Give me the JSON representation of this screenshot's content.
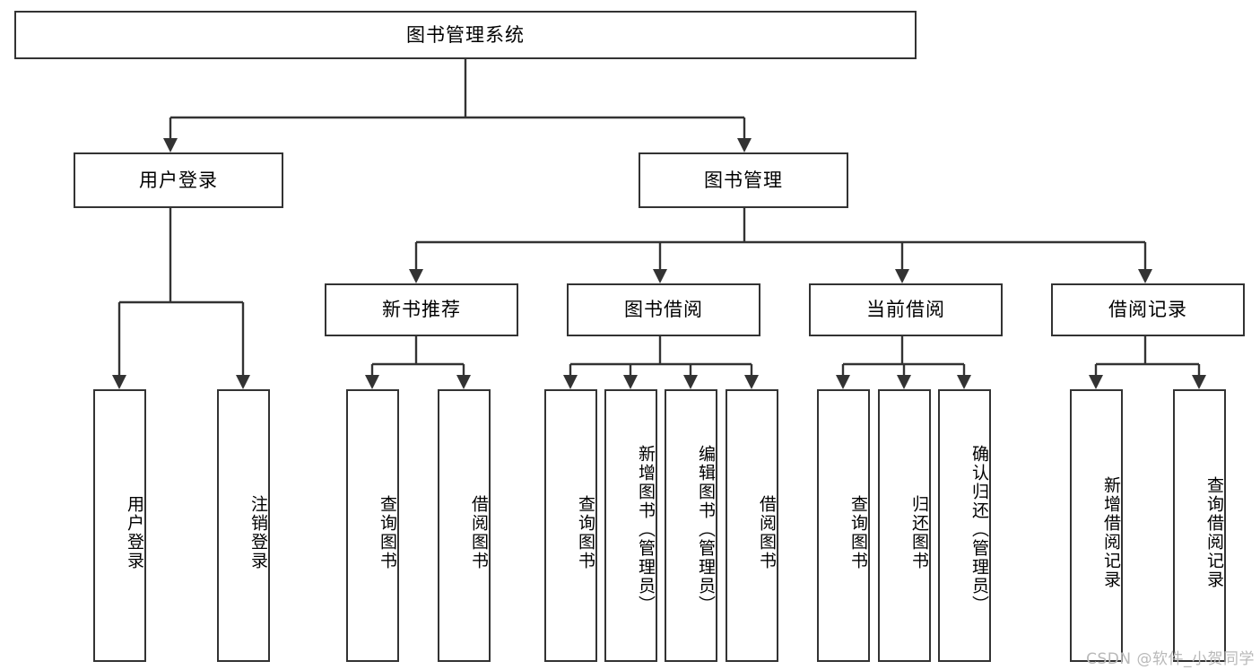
{
  "diagram": {
    "title_text": "图书管理系统",
    "type": "tree",
    "watermark": "CSDN @软件_小贺同学",
    "colors": {
      "box_border": "#333333",
      "box_fill": "#ffffff",
      "connector": "#333333",
      "text": "#000000",
      "watermark": "#b9b9b9",
      "background": "#ffffff"
    },
    "root": {
      "label": "图书管理系统"
    },
    "level2": [
      {
        "label": "用户登录"
      },
      {
        "label": "图书管理"
      }
    ],
    "level3": [
      {
        "label": "新书推荐"
      },
      {
        "label": "图书借阅"
      },
      {
        "label": "当前借阅"
      },
      {
        "label": "借阅记录"
      }
    ],
    "leaves": {
      "user_login": [
        {
          "label": "用户登录"
        },
        {
          "label": "注销登录"
        }
      ],
      "new_book_recommend": [
        {
          "label": "查询图书"
        },
        {
          "label": "借阅图书"
        }
      ],
      "book_borrow": [
        {
          "label": "查询图书"
        },
        {
          "label": "新增图书（管理员）"
        },
        {
          "label": "编辑图书（管理员）"
        },
        {
          "label": "借阅图书"
        }
      ],
      "current_borrow": [
        {
          "label": "查询图书"
        },
        {
          "label": "归还图书"
        },
        {
          "label": "确认归还（管理员）"
        }
      ],
      "borrow_records": [
        {
          "label": "新增借阅记录"
        },
        {
          "label": "查询借阅记录"
        }
      ]
    }
  }
}
